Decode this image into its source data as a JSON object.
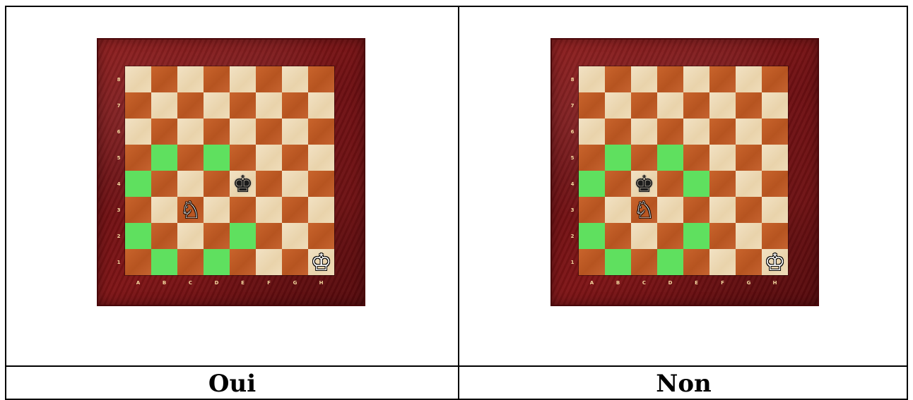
{
  "colors": {
    "highlight": "#5fe05f",
    "light_square": "#eedbb6",
    "dark_square": "#bf5b26",
    "frame": "#7a1216"
  },
  "files": [
    "A",
    "B",
    "C",
    "D",
    "E",
    "F",
    "G",
    "H"
  ],
  "ranks": [
    "8",
    "7",
    "6",
    "5",
    "4",
    "3",
    "2",
    "1"
  ],
  "panels": [
    {
      "caption": "Oui",
      "highlighted": [
        "b5",
        "d5",
        "a4",
        "a2",
        "e2",
        "b1",
        "d1"
      ],
      "pieces": [
        {
          "square": "e4",
          "glyph": "♚",
          "color": "black",
          "name": "black-king-icon"
        },
        {
          "square": "c3",
          "glyph": "♘",
          "color": "white",
          "name": "white-knight-icon"
        },
        {
          "square": "h1",
          "glyph": "♔",
          "color": "white",
          "name": "white-king-icon"
        }
      ]
    },
    {
      "caption": "Non",
      "highlighted": [
        "b5",
        "d5",
        "a4",
        "e4",
        "a2",
        "e2",
        "b1",
        "d1"
      ],
      "pieces": [
        {
          "square": "c4",
          "glyph": "♚",
          "color": "black",
          "name": "black-king-icon"
        },
        {
          "square": "c3",
          "glyph": "♘",
          "color": "white",
          "name": "white-knight-icon"
        },
        {
          "square": "h1",
          "glyph": "♔",
          "color": "white",
          "name": "white-king-icon"
        }
      ]
    }
  ]
}
